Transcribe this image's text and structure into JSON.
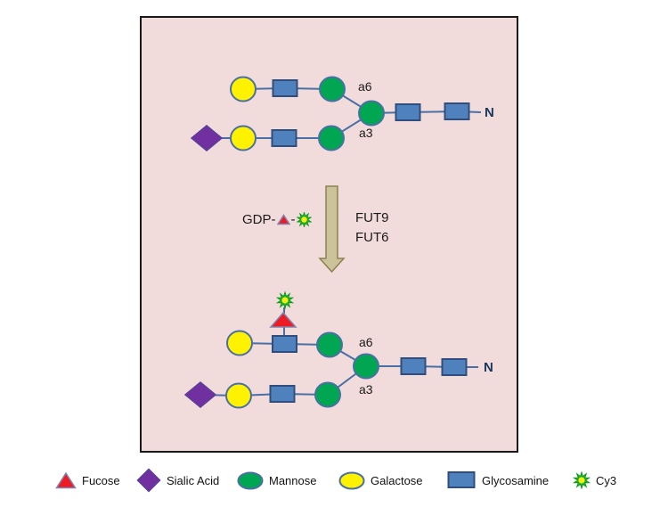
{
  "labels": {
    "top": {
      "a6": "a6",
      "a3": "a3",
      "n": "N"
    },
    "bottom": {
      "a6": "a6",
      "a3": "a3",
      "n": "N"
    },
    "reaction": {
      "gdp_prefix": "GDP-",
      "dash": "-",
      "enzyme_1": "FUT9",
      "enzyme_2": "FUT6"
    }
  },
  "legend": {
    "items": [
      {
        "icon": "fucose-triangle-icon",
        "label": "Fucose"
      },
      {
        "icon": "sialic-acid-diamond-icon",
        "label": "Sialic Acid"
      },
      {
        "icon": "mannose-circle-icon",
        "label": "Mannose"
      },
      {
        "icon": "galactose-circle-icon",
        "label": "Galactose"
      },
      {
        "icon": "glycosamine-square-icon",
        "label": "Glycosamine"
      },
      {
        "icon": "cy3-star-icon",
        "label": "Cy3"
      }
    ]
  },
  "structures": {
    "substrate": {
      "branch_a6": [
        "galactose",
        "glycosamine",
        "mannose"
      ],
      "branch_a3": [
        "sialic-acid",
        "galactose",
        "glycosamine",
        "mannose"
      ],
      "core": [
        "mannose",
        "glycosamine",
        "glycosamine",
        "N"
      ]
    },
    "product": {
      "branch_a6": [
        "cy3",
        "fucose",
        "galactose",
        "glycosamine",
        "mannose"
      ],
      "branch_a3": [
        "sialic-acid",
        "galactose",
        "glycosamine",
        "mannose"
      ],
      "core": [
        "mannose",
        "glycosamine",
        "glycosamine",
        "N"
      ]
    },
    "donor": [
      "GDP",
      "fucose",
      "cy3"
    ]
  },
  "colors": {
    "pink": "#f2dcdb",
    "panel-border": "#1a1a1a",
    "slate": "#4a6fa5",
    "green": "#00a651",
    "yellow": "#fff200",
    "purple": "#7030a0",
    "purple-border": "#5b3f96",
    "blue": "#4f81bd",
    "blue-border": "#2f4e7d",
    "red": "#ed1c24",
    "tri-border": "#7d85b0",
    "star-green": "#2db92d",
    "star-border": "#0f9a1f",
    "star-center": "#f2ee0f",
    "arrow-fill": "#cdc39b",
    "arrow-border": "#8b8153",
    "navy": "#17375e",
    "ink": "#1a1a1a"
  }
}
